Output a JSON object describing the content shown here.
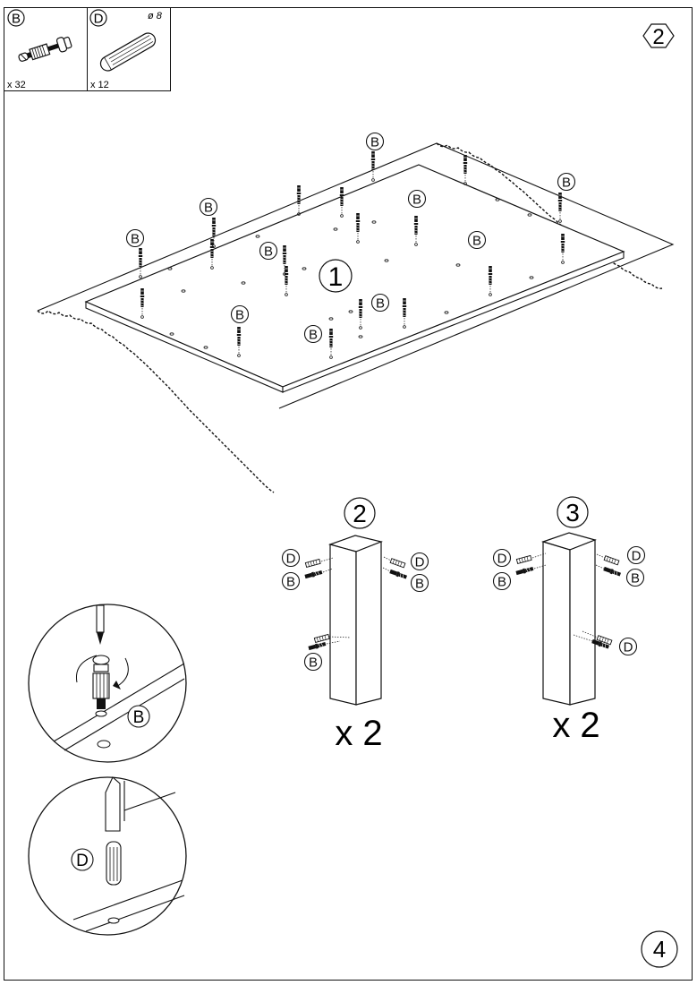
{
  "parts": [
    {
      "letter": "B",
      "qty": "x 32",
      "spec": ""
    },
    {
      "letter": "D",
      "qty": "x 12",
      "spec": "ø 8"
    }
  ],
  "step": "2",
  "page": "4",
  "panel": {
    "number": "1",
    "screw_label": "B"
  },
  "legs": [
    {
      "number": "2",
      "multiplier": "x 2",
      "labels": [
        "D",
        "B",
        "D",
        "B",
        "B"
      ]
    },
    {
      "number": "3",
      "multiplier": "x 2",
      "labels": [
        "D",
        "B",
        "D",
        "B",
        "D"
      ]
    }
  ],
  "details": [
    {
      "label": "B"
    },
    {
      "label": "D"
    }
  ],
  "colors": {
    "ink": "#111111",
    "paper": "#ffffff"
  }
}
